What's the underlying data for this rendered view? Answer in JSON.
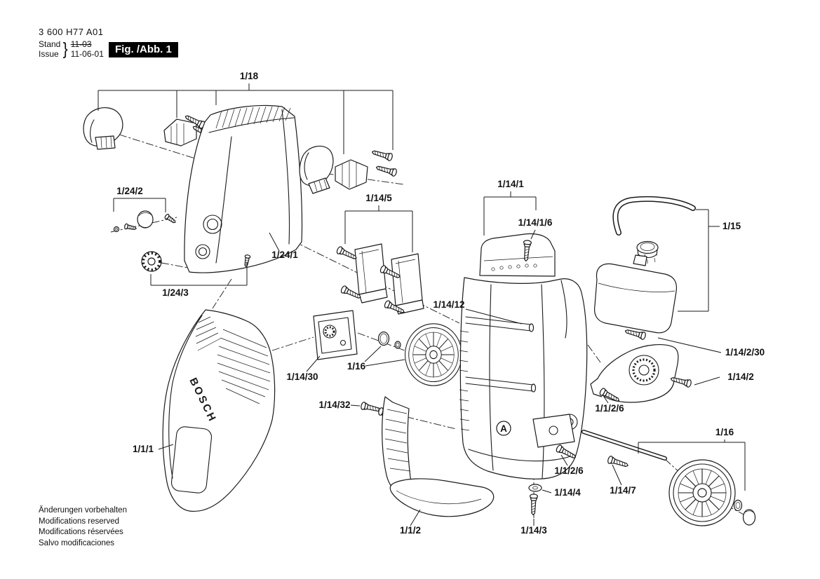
{
  "header": {
    "part_number": "3 600 H77 A01",
    "stand_label": "Stand",
    "stand_value": "11-03",
    "issue_label": "Issue",
    "issue_value": "11-06-01",
    "figure_label": "Fig. /Abb. 1"
  },
  "footer": {
    "line1": "Änderungen vorbehalten",
    "line2": "Modifications reserved",
    "line3": "Modifications réservées",
    "line4": "Salvo modificaciones"
  },
  "diagram": {
    "brand": "BOSCH",
    "detail_marker": "A",
    "colors": {
      "line": "#1a1a1a",
      "figure_box_bg": "#000000",
      "figure_box_text": "#ffffff"
    }
  },
  "labels": [
    "1/18",
    "1/24/2",
    "1/24/1",
    "1/24/3",
    "1/14/5",
    "1/14/1",
    "1/14/1/6",
    "1/15",
    "1/14/12",
    "1/14/2/30",
    "1/14/2",
    "1/16",
    "1/14/30",
    "1/14/32",
    "1/1/2/6",
    "1/16",
    "1/1/1",
    "1/1/2/6",
    "1/14/4",
    "1/14/7",
    "1/1/2",
    "1/14/3"
  ]
}
